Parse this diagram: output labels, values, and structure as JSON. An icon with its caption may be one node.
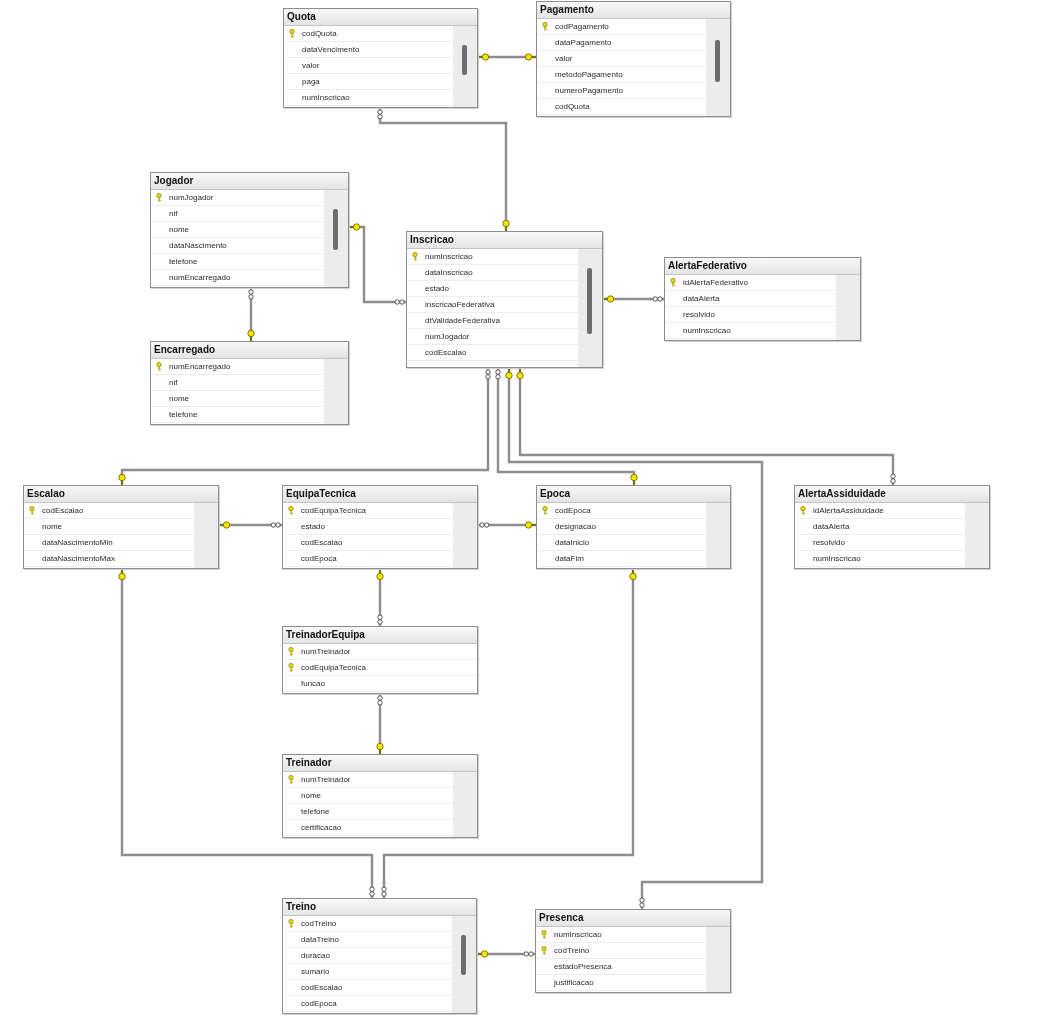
{
  "diagram": {
    "nodes": [
      {
        "text": [
          "Quota",
          "codQuota",
          "dataVencimento",
          "valor",
          "paga",
          "numInscricao"
        ]
      },
      {
        "text": [
          "Pagamento",
          "codPagamento",
          "dataPagamento",
          "valor",
          "metodoPagamento",
          "numeroPagamento",
          "codQuota"
        ]
      },
      {
        "text": [
          "Jogador",
          "numJogador",
          "nif",
          "nome",
          "dataNascimento",
          "telefone",
          "numEncarregado"
        ]
      },
      {
        "text": [
          "Inscricao",
          "numInscricao",
          "dataInscricao",
          "estado",
          "inscricaoFederativa",
          "dtValidadeFederativa",
          "numJogador",
          "codEscalao"
        ]
      },
      {
        "text": [
          "AlertaFederativo",
          "idAlertaFederativo",
          "dataAlerta",
          "resolvido",
          "numInscricao"
        ]
      },
      {
        "text": [
          "Encarregado",
          "numEncarregado",
          "nif",
          "nome",
          "telefone"
        ]
      },
      {
        "text": [
          "Escalao",
          "codEscalao",
          "nome",
          "dataNascimentoMin",
          "dataNascimentoMax"
        ]
      },
      {
        "text": [
          "EquipaTecnica",
          "codEquipaTecnica",
          "estado",
          "codEscalao",
          "codEpoca"
        ]
      },
      {
        "text": [
          "Epoca",
          "codEpoca",
          "designacao",
          "dataInicio",
          "dataFim"
        ]
      },
      {
        "text": [
          "AlertaAssiduidade",
          "idAlertaAssiduidade",
          "dataAlerta",
          "resolvido",
          "numInscricao"
        ]
      },
      {
        "text": [
          "TreinadorEquipa",
          "numTreinador",
          "codEquipaTecnica",
          "funcao"
        ]
      },
      {
        "text": [
          "Treinador",
          "numTreinador",
          "nome",
          "telefone",
          "certificacao"
        ]
      },
      {
        "text": [
          "Treino",
          "codTreino",
          "dataTreino",
          "duracao",
          "sumario",
          "codEscalao",
          "codEpoca"
        ]
      },
      {
        "text": [
          "Presenca",
          "numInscricao",
          "codTreino",
          "estadoPresenca",
          "justificacao"
        ]
      }
    ],
    "edges": [
      {
        "from": 1,
        "to": 0,
        "arrow": "other"
      },
      {
        "from": 0,
        "to": 3,
        "arrow": "other"
      },
      {
        "from": 3,
        "to": 2,
        "arrow": "other"
      },
      {
        "from": 2,
        "to": 5,
        "arrow": "other"
      },
      {
        "from": 4,
        "to": 3,
        "arrow": "other"
      },
      {
        "from": 3,
        "to": 6,
        "arrow": "other"
      },
      {
        "from": 3,
        "to": 8,
        "arrow": "other"
      },
      {
        "from": 13,
        "to": 3,
        "arrow": "other"
      },
      {
        "from": 9,
        "to": 3,
        "arrow": "other"
      },
      {
        "from": 7,
        "to": 6,
        "arrow": "other"
      },
      {
        "from": 7,
        "to": 8,
        "arrow": "other"
      },
      {
        "from": 10,
        "to": 7,
        "arrow": "other"
      },
      {
        "from": 10,
        "to": 11,
        "arrow": "other"
      },
      {
        "from": 12,
        "to": 6,
        "arrow": "other"
      },
      {
        "from": 12,
        "to": 8,
        "arrow": "other"
      },
      {
        "from": 13,
        "to": 12,
        "arrow": "other"
      }
    ]
  }
}
